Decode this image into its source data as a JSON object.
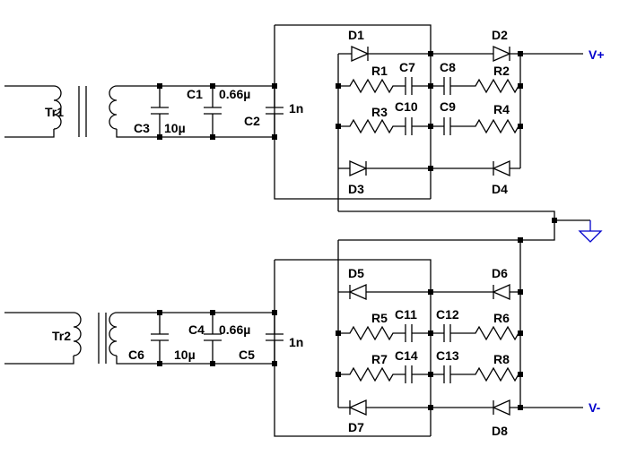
{
  "labels": {
    "tr1": "Tr1",
    "tr2": "Tr2",
    "c1": "C1",
    "c2": "C2",
    "c3": "C3",
    "c4": "C4",
    "c5": "C5",
    "c6": "C6",
    "c7": "C7",
    "c8": "C8",
    "c9": "C9",
    "c10": "C10",
    "c11": "C11",
    "c12": "C12",
    "c13": "C13",
    "c14": "C14",
    "v_10u_top": "10µ",
    "v_066_top": "0.66µ",
    "v_1n_top": "1n",
    "v_10u_bot": "10µ",
    "v_066_bot": "0.66µ",
    "v_1n_bot": "1n",
    "r1": "R1",
    "r2": "R2",
    "r3": "R3",
    "r4": "R4",
    "r5": "R5",
    "r6": "R6",
    "r7": "R7",
    "r8": "R8",
    "d1": "D1",
    "d2": "D2",
    "d3": "D3",
    "d4": "D4",
    "d5": "D5",
    "d6": "D6",
    "d7": "D7",
    "d8": "D8",
    "vplus": "V+",
    "vminus": "V-"
  },
  "colors": {
    "wire": "#000000",
    "net_label": "#0000cc"
  }
}
